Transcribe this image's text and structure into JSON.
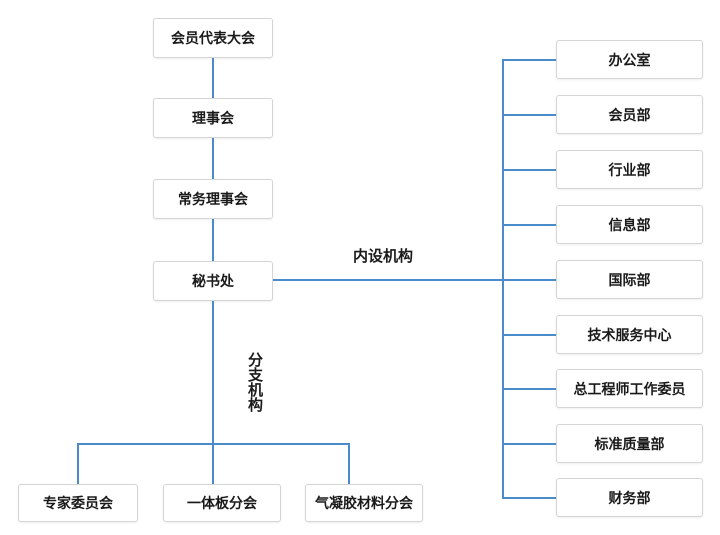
{
  "chart": {
    "type": "org-structure-diagram",
    "chain": {
      "member_assembly": "会员代表大会",
      "council": "理事会",
      "standing_council": "常务理事会",
      "secretariat": "秘书处"
    },
    "group_labels": {
      "internal": "内设机构",
      "branch": "分支机构"
    },
    "internal_departments": [
      "办公室",
      "会员部",
      "行业部",
      "信息部",
      "国际部",
      "技术服务中心",
      "总工程师工作委员",
      "标准质量部",
      "财务部"
    ],
    "branch_organizations": [
      "专家委员会",
      "一体板分会",
      "气凝胶材料分会"
    ],
    "colors": {
      "connector": "#4a8cc9",
      "box_border": "#d5d5d5",
      "box_fill": "#ffffff",
      "text": "#1a1a1a",
      "background": "#ffffff"
    }
  }
}
